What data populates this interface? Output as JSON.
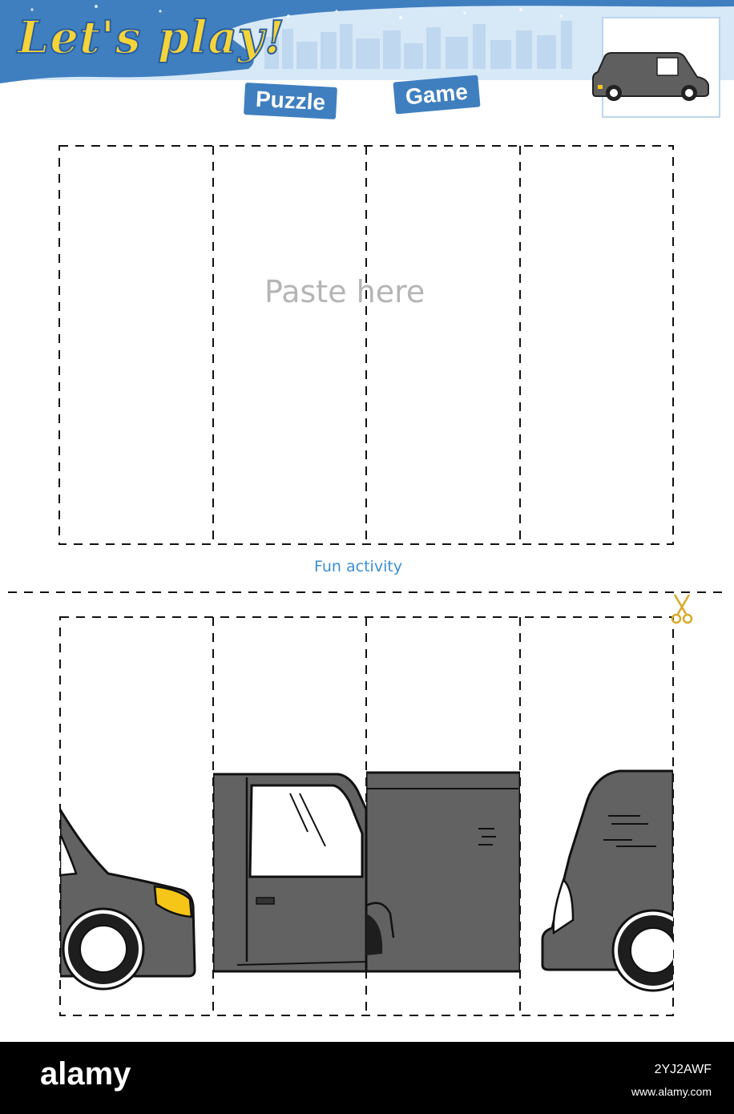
{
  "header": {
    "title": "Let's play!",
    "tag_puzzle": "Puzzle",
    "tag_game": "Game"
  },
  "paste_area": {
    "label": "Paste here",
    "pieces": 4
  },
  "divider_label": "Fun activity",
  "footer": {
    "logo": "alamy",
    "image_id": "2YJ2AWF",
    "site": "www.alamy.com"
  },
  "colors": {
    "banner_blue": "#3f7fbf",
    "title_yellow": "#f5d43a",
    "van_body": "#626262",
    "label_blue": "#3b8fd6",
    "scissors_gold": "#d9a92a"
  },
  "icons": [
    "scissors-icon",
    "van-preview",
    "puzzle-piece-tag"
  ]
}
